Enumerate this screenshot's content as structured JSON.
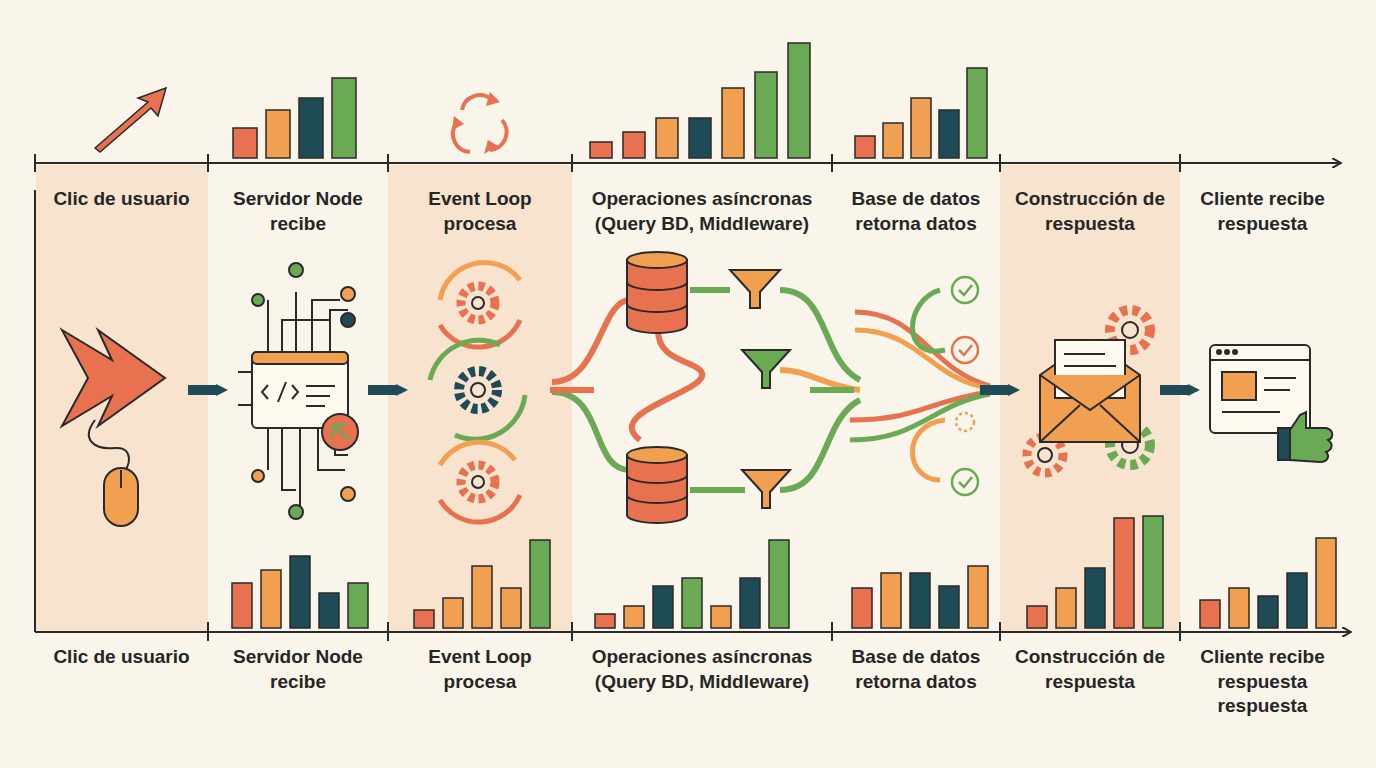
{
  "diagram": {
    "nodes": [
      {
        "text": [
          "Clic de usuario",
          "Clic de usuario"
        ]
      },
      {
        "text": [
          "Servidor Node recibe",
          "Servidor Node recibe"
        ]
      },
      {
        "text": [
          "Event Loop procesa",
          "Event Loop procesa"
        ]
      },
      {
        "text": [
          "Operaciones asíncronas (Query BD, Middleware)",
          "Operaciones asíncronas (Query BD, Middleware)"
        ]
      },
      {
        "text": [
          "Base de datos retorna datos",
          "Base de datos retorna datos"
        ]
      },
      {
        "text": [
          "Construcción de respuesta",
          "Construcción de respuesta"
        ]
      },
      {
        "text": [
          "Cliente recibe respuesta",
          "Cliente recibe respuesta respuesta"
        ]
      }
    ],
    "edges": [
      {
        "from": 0,
        "to": 1,
        "arrow": "to"
      },
      {
        "from": 1,
        "to": 2,
        "arrow": "to"
      },
      {
        "from": 2,
        "to": 3,
        "arrow": "none"
      },
      {
        "from": 3,
        "to": 4,
        "arrow": "none"
      },
      {
        "from": 4,
        "to": 5,
        "arrow": "to"
      },
      {
        "from": 5,
        "to": 6,
        "arrow": "to"
      }
    ]
  }
}
